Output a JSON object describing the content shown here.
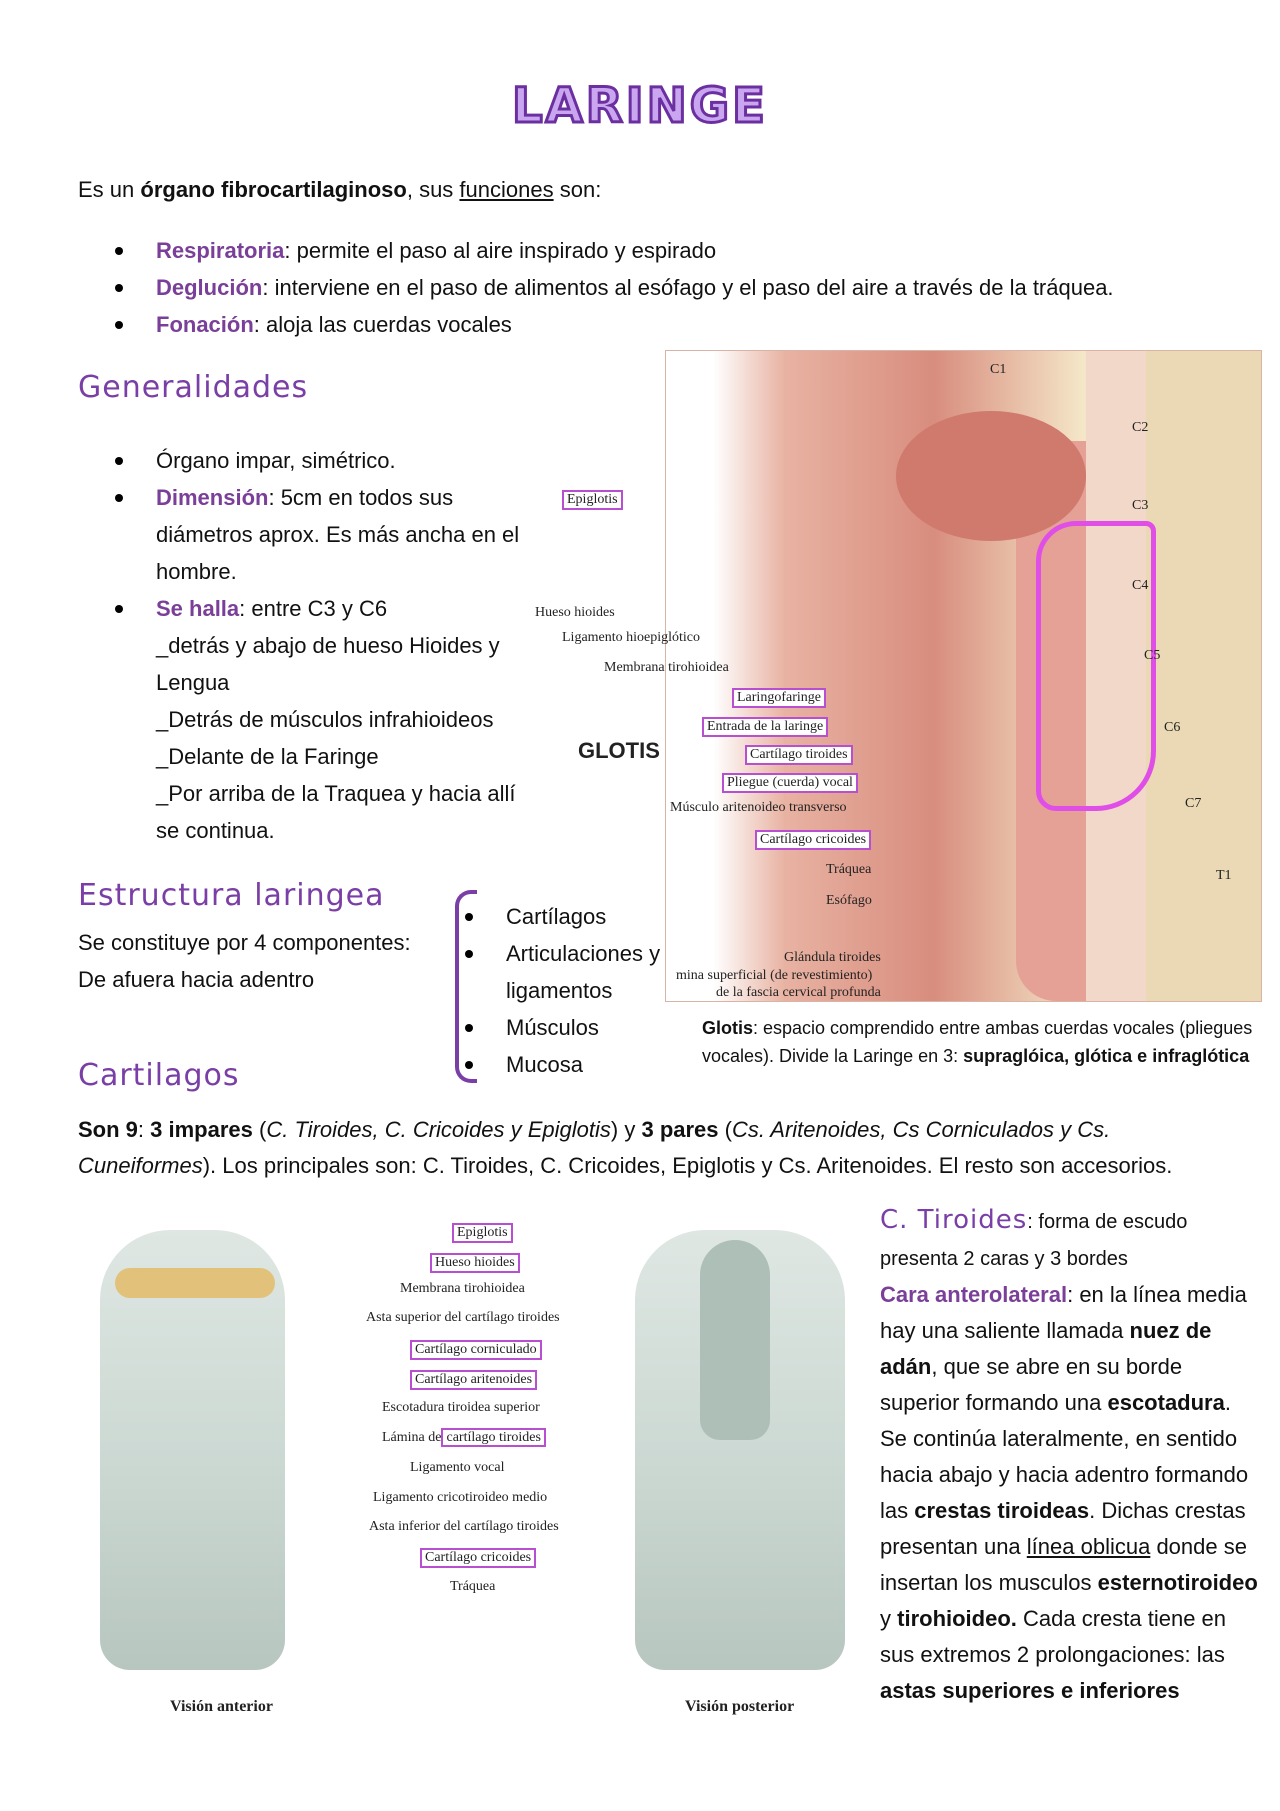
{
  "title": "LARINGE",
  "intro": {
    "a": "Es un ",
    "b": "órgano fibrocartilaginoso",
    "c": ", sus ",
    "d": "funciones",
    "e": " son:"
  },
  "functions": [
    {
      "name": "Respiratoria",
      "text": ": permite el paso al aire inspirado y espirado"
    },
    {
      "name": "Deglución",
      "text": ": interviene en el paso de alimentos al esófago y el paso del aire a través de la tráquea."
    },
    {
      "name": "Fonación",
      "text": ": aloja las cuerdas vocales"
    }
  ],
  "generalidades": {
    "heading": "Generalidades",
    "item1": "Órgano impar, simétrico.",
    "dim_name": "Dimensión",
    "dim_text": ": 5cm en todos sus diámetros aprox. Es más ancha en el hombre.",
    "halla_name": "Se halla",
    "halla_text": ": entre C3 y C6",
    "halla_lines": [
      "_detrás y abajo de hueso Hioides y Lengua",
      "_Detrás de músculos infrahioideos",
      "_Delante de la Faringe",
      "_Por arriba de la Traquea y hacia allí se continua."
    ]
  },
  "sagittal_figure": {
    "labels": [
      "Epiglotis",
      "Hueso hioides",
      "Ligamento hioepiglótico",
      "Membrana tirohioidea",
      "Laringofaringe",
      "Entrada de la laringe",
      "Cartílago tiroides",
      "Pliegue (cuerda) vocal",
      "Músculo aritenoideo transverso",
      "Cartílago cricoides",
      "Tráquea",
      "Esófago",
      "Glándula tiroides",
      "mina superficial (de revestimiento)",
      "de la fascia cervical profunda"
    ],
    "glotis_tag": "GLOTIS",
    "vertebrae": [
      "C1",
      "C2",
      "C3",
      "C4",
      "C5",
      "C6",
      "C7",
      "T1"
    ]
  },
  "estructura": {
    "heading": "Estructura laringea",
    "line1": "Se constituye por 4 componentes:",
    "line2": "De afuera hacia adentro",
    "items": [
      "Cartílagos",
      "Articulaciones y ligamentos",
      "Músculos",
      "Mucosa"
    ]
  },
  "glotis_note": {
    "term": "Glotis",
    "text": ": espacio comprendido entre ambas cuerdas vocales (pliegues vocales). Divide la Laringe en 3: ",
    "bold": "supraglóica, glótica e infraglótica"
  },
  "cartilagos": {
    "heading": "Cartilagos",
    "p_son": "Son 9",
    "p_colon": ": ",
    "p_impares": "3 impares",
    "p_imp_list_open": " (",
    "p_imp_list": "C. Tiroides, C. Cricoides y Epiglotis",
    "p_imp_close": ") y ",
    "p_pares": "3 pares",
    "p_par_open": " (",
    "p_par_list": "Cs. Aritenoides, Cs Corniculados y Cs. Cuneiformes",
    "p_rest": "). Los principales son: C. Tiroides, C. Cricoides, Epiglotis y Cs. Aritenoides. El resto son accesorios."
  },
  "cartilage_figure": {
    "labels": [
      "Epiglotis",
      "Hueso hioides",
      "Membrana tirohioidea",
      "Asta superior del cartílago tiroides",
      "Cartílago corniculado",
      "Cartílago aritenoides",
      "Escotadura tiroidea superior",
      "Lámina de",
      "cartílago tiroides",
      "Ligamento vocal",
      "Ligamento cricotiroideo medio",
      "Asta inferior del cartílago tiroides",
      "Cartílago cricoides",
      "Tráquea"
    ],
    "caption_left": "Visión anterior",
    "caption_right": "Visión posterior"
  },
  "tiroides": {
    "heading": "C. Tiroides",
    "t1": ": forma de escudo presenta 2 caras y 3 bordes",
    "cara": "Cara anterolateral",
    "t2": ": en la línea media hay una saliente llamada ",
    "nuez": "nuez de adán",
    "t3": ", que se abre en su borde superior formando una ",
    "escot": "escotadura",
    "t4": ". Se continúa lateralmente, en sentido hacia abajo y hacia adentro formando las ",
    "crestas": "crestas tiroideas",
    "t5": ". Dichas crestas presentan una ",
    "linea": "línea oblicua",
    "t6": " donde se insertan los musculos ",
    "ester": "esternotiroideo",
    "t7": " y ",
    "tiro": "tirohioideo.",
    "t8": " Cada cresta tiene en sus extremos 2 prolongaciones: las ",
    "astas": "astas superiores e inferiores"
  }
}
